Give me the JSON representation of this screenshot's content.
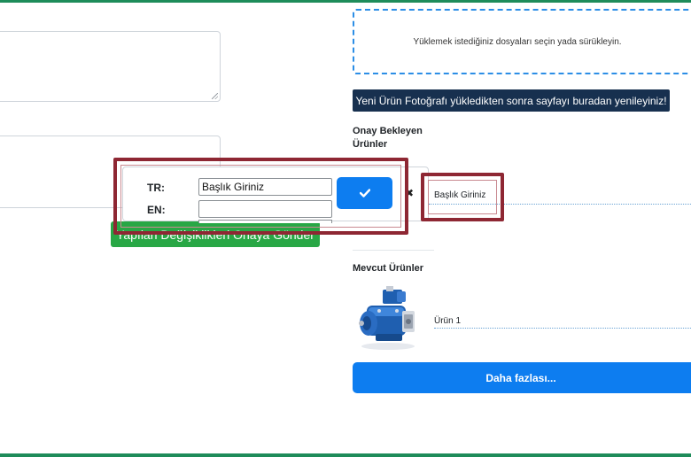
{
  "accent_colors": {
    "primary": "#0d7df0",
    "success": "#28a745",
    "dark_banner": "#17304f",
    "highlight": "#8e2733"
  },
  "upload": {
    "dropzone_text": "Yüklemek istediğiniz dosyaları seçin yada sürükleyin.",
    "refresh_note": "Yeni Ürün Fotoğrafı yükledikten sonra sayfayı buradan yenileyiniz!"
  },
  "form": {
    "submit_label": "Yapılan Değişiklikleri Onaya Gönder"
  },
  "popover": {
    "tr_label": "TR:",
    "tr_value": "Başlık Giriniz",
    "en_label": "EN:",
    "en_value": "",
    "confirm_icon": "check-icon",
    "close_icon": "close-icon",
    "close_glyph": "✖"
  },
  "pending": {
    "title": "Onay Bekleyen Ürünler",
    "items": [
      {
        "label": "Başlık Giriniz"
      }
    ]
  },
  "current": {
    "title": "Mevcut Ürünler",
    "items": [
      {
        "label": "Ürün 1",
        "image_icon": "hydraulic-pump-image"
      }
    ]
  },
  "more_button": {
    "label": "Daha fazlası..."
  }
}
